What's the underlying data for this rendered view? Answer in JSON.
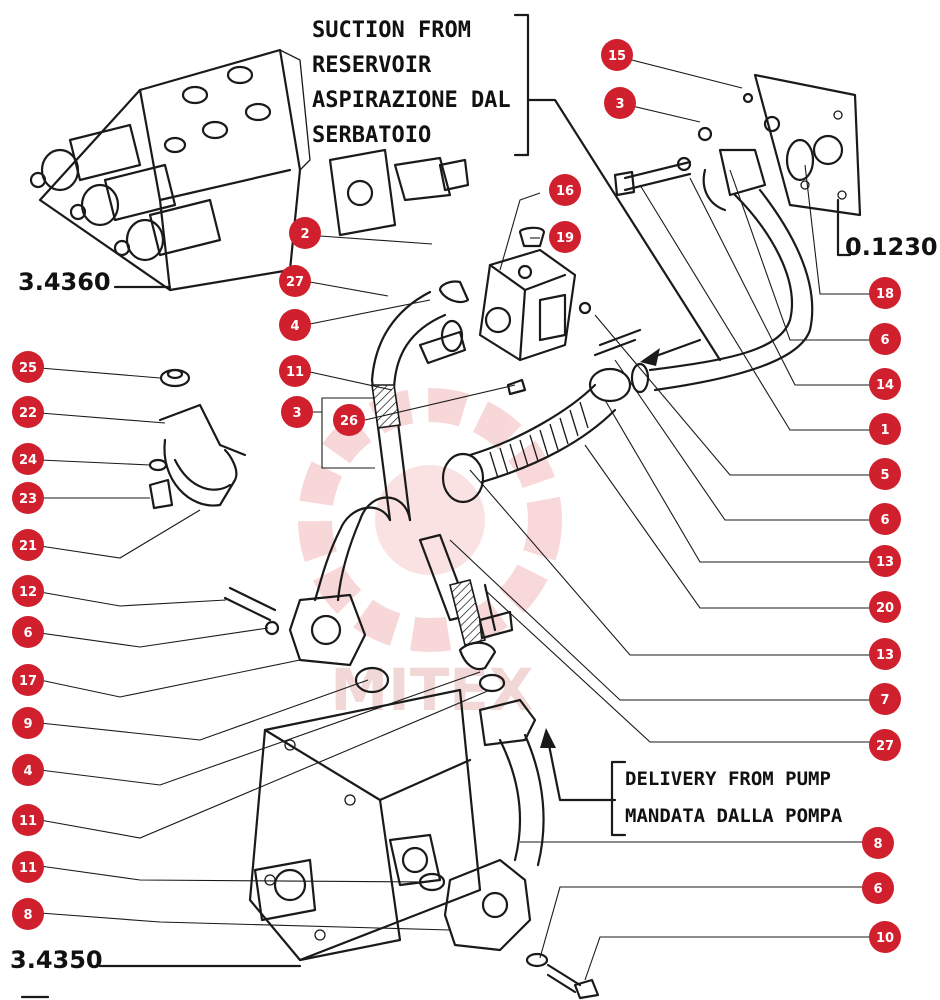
{
  "labels": {
    "suction_en_1": "SUCTION FROM",
    "suction_en_2": "RESERVOIR",
    "suction_it_1": "ASPIRAZIONE DAL",
    "suction_it_2": "SERBATOIO",
    "delivery_en": "DELIVERY FROM PUMP",
    "delivery_it": "MANDATA DALLA POMPA",
    "ref_distributor": "3.4360",
    "ref_pump": "3.4350",
    "ref_reservoir": "0.1230"
  },
  "watermark": "MITEX",
  "colors": {
    "badge": "#d0202e",
    "ink": "#1a1a1a",
    "watermark": "#f2b8b8"
  },
  "callouts": [
    {
      "id": "c-15",
      "label": "15"
    },
    {
      "id": "c-3a",
      "label": "3"
    },
    {
      "id": "c-2",
      "label": "2"
    },
    {
      "id": "c-16",
      "label": "16"
    },
    {
      "id": "c-19",
      "label": "19"
    },
    {
      "id": "c-27a",
      "label": "27"
    },
    {
      "id": "c-18",
      "label": "18"
    },
    {
      "id": "c-4a",
      "label": "4"
    },
    {
      "id": "c-6a",
      "label": "6"
    },
    {
      "id": "c-11a",
      "label": "11"
    },
    {
      "id": "c-25",
      "label": "25"
    },
    {
      "id": "c-14",
      "label": "14"
    },
    {
      "id": "c-3b",
      "label": "3"
    },
    {
      "id": "c-26",
      "label": "26"
    },
    {
      "id": "c-22",
      "label": "22"
    },
    {
      "id": "c-1",
      "label": "1"
    },
    {
      "id": "c-24",
      "label": "24"
    },
    {
      "id": "c-5",
      "label": "5"
    },
    {
      "id": "c-23",
      "label": "23"
    },
    {
      "id": "c-6b",
      "label": "6"
    },
    {
      "id": "c-21",
      "label": "21"
    },
    {
      "id": "c-13a",
      "label": "13"
    },
    {
      "id": "c-12",
      "label": "12"
    },
    {
      "id": "c-20",
      "label": "20"
    },
    {
      "id": "c-6c",
      "label": "6"
    },
    {
      "id": "c-13b",
      "label": "13"
    },
    {
      "id": "c-17",
      "label": "17"
    },
    {
      "id": "c-7",
      "label": "7"
    },
    {
      "id": "c-9",
      "label": "9"
    },
    {
      "id": "c-27b",
      "label": "27"
    },
    {
      "id": "c-4b",
      "label": "4"
    },
    {
      "id": "c-11b",
      "label": "11"
    },
    {
      "id": "c-8a",
      "label": "8"
    },
    {
      "id": "c-11c",
      "label": "11"
    },
    {
      "id": "c-6d",
      "label": "6"
    },
    {
      "id": "c-8b",
      "label": "8"
    },
    {
      "id": "c-10",
      "label": "10"
    }
  ]
}
